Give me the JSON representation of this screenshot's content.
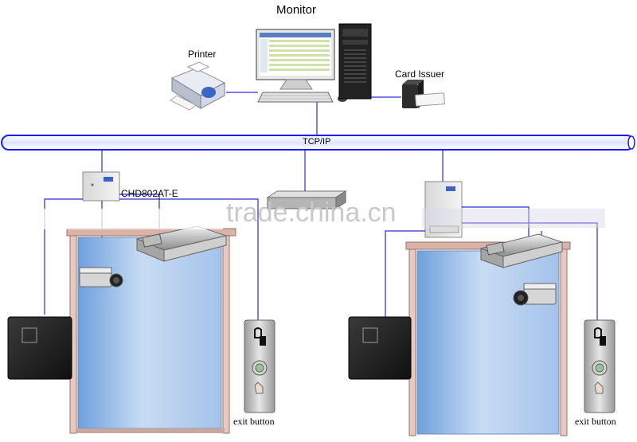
{
  "labels": {
    "monitor": "Monitor",
    "printer": "Printer",
    "card_issuer": "Card Issuer",
    "network": "TCP/IP",
    "controller": "CHD802AT-E",
    "exit_button_left": "exit button",
    "exit_button_right": "exit button"
  },
  "watermark": "trade.china.cn",
  "colors": {
    "network_bus": "#1a1aff",
    "wire": "#2b2bd6",
    "door_glass": "#a9c6ec",
    "door_frame": "#c89a8a"
  }
}
